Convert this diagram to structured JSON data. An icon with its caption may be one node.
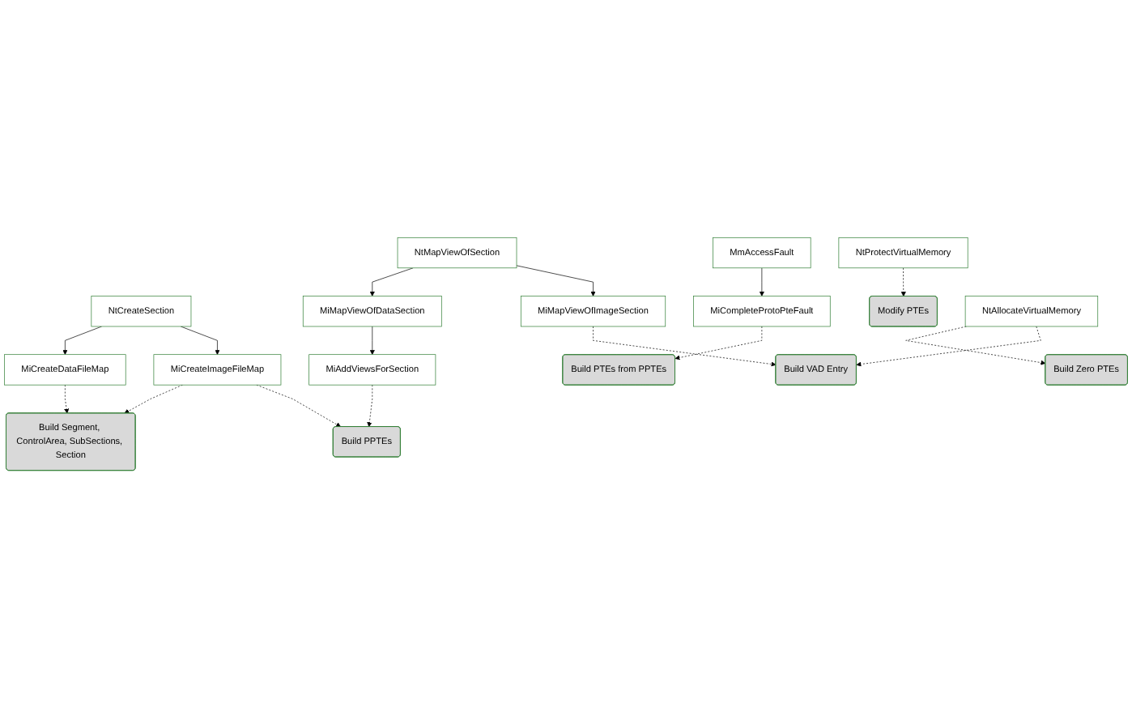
{
  "diagram": {
    "nodes": [
      {
        "text": [
          "NtCreateSection"
        ]
      },
      {
        "text": [
          "MiCreateDataFileMap"
        ]
      },
      {
        "text": [
          "MiCreateImageFileMap"
        ]
      },
      {
        "text": [
          "Build Segment, ControlArea, SubSections, Section"
        ]
      },
      {
        "text": [
          "NtMapViewOfSection"
        ]
      },
      {
        "text": [
          "MiMapViewOfDataSection"
        ]
      },
      {
        "text": [
          "MiMapViewOfImageSection"
        ]
      },
      {
        "text": [
          "MiAddViewsForSection"
        ]
      },
      {
        "text": [
          "Build VAD Entry"
        ]
      },
      {
        "text": [
          "Build PTEs from PPTEs"
        ]
      },
      {
        "text": [
          "MiCompleteProtoPteFault"
        ]
      },
      {
        "text": [
          "MmAccessFault"
        ]
      },
      {
        "text": [
          "Build PPTEs"
        ]
      },
      {
        "text": [
          "Modify PTEs"
        ]
      },
      {
        "text": [
          "Build Zero PTEs"
        ]
      },
      {
        "text": [
          "NtProtectVirtualMemory"
        ]
      },
      {
        "text": [
          "NtAllocateVirtualMemory"
        ]
      }
    ],
    "edges": [
      {
        "from": 0,
        "to": 1,
        "arrow": "to"
      },
      {
        "from": 0,
        "to": 2,
        "arrow": "to"
      },
      {
        "from": 1,
        "to": 3,
        "arrow": "to",
        "style": "dashed"
      },
      {
        "from": 2,
        "to": 3,
        "arrow": "to",
        "style": "dashed"
      },
      {
        "from": 2,
        "to": 12,
        "arrow": "to",
        "style": "dashed"
      },
      {
        "from": 4,
        "to": 5,
        "arrow": "to"
      },
      {
        "from": 4,
        "to": 6,
        "arrow": "to"
      },
      {
        "from": 5,
        "to": 7,
        "arrow": "to"
      },
      {
        "from": 7,
        "to": 12,
        "arrow": "to",
        "style": "dashed"
      },
      {
        "from": 6,
        "to": 8,
        "arrow": "to",
        "style": "dashed"
      },
      {
        "from": 11,
        "to": 10,
        "arrow": "to"
      },
      {
        "from": 10,
        "to": 9,
        "arrow": "to",
        "style": "dashed"
      },
      {
        "from": 15,
        "to": 13,
        "arrow": "to",
        "style": "dashed"
      },
      {
        "from": 16,
        "to": 14,
        "arrow": "to",
        "style": "dashed"
      },
      {
        "from": 16,
        "to": 8,
        "arrow": "to",
        "style": "dashed"
      }
    ]
  }
}
